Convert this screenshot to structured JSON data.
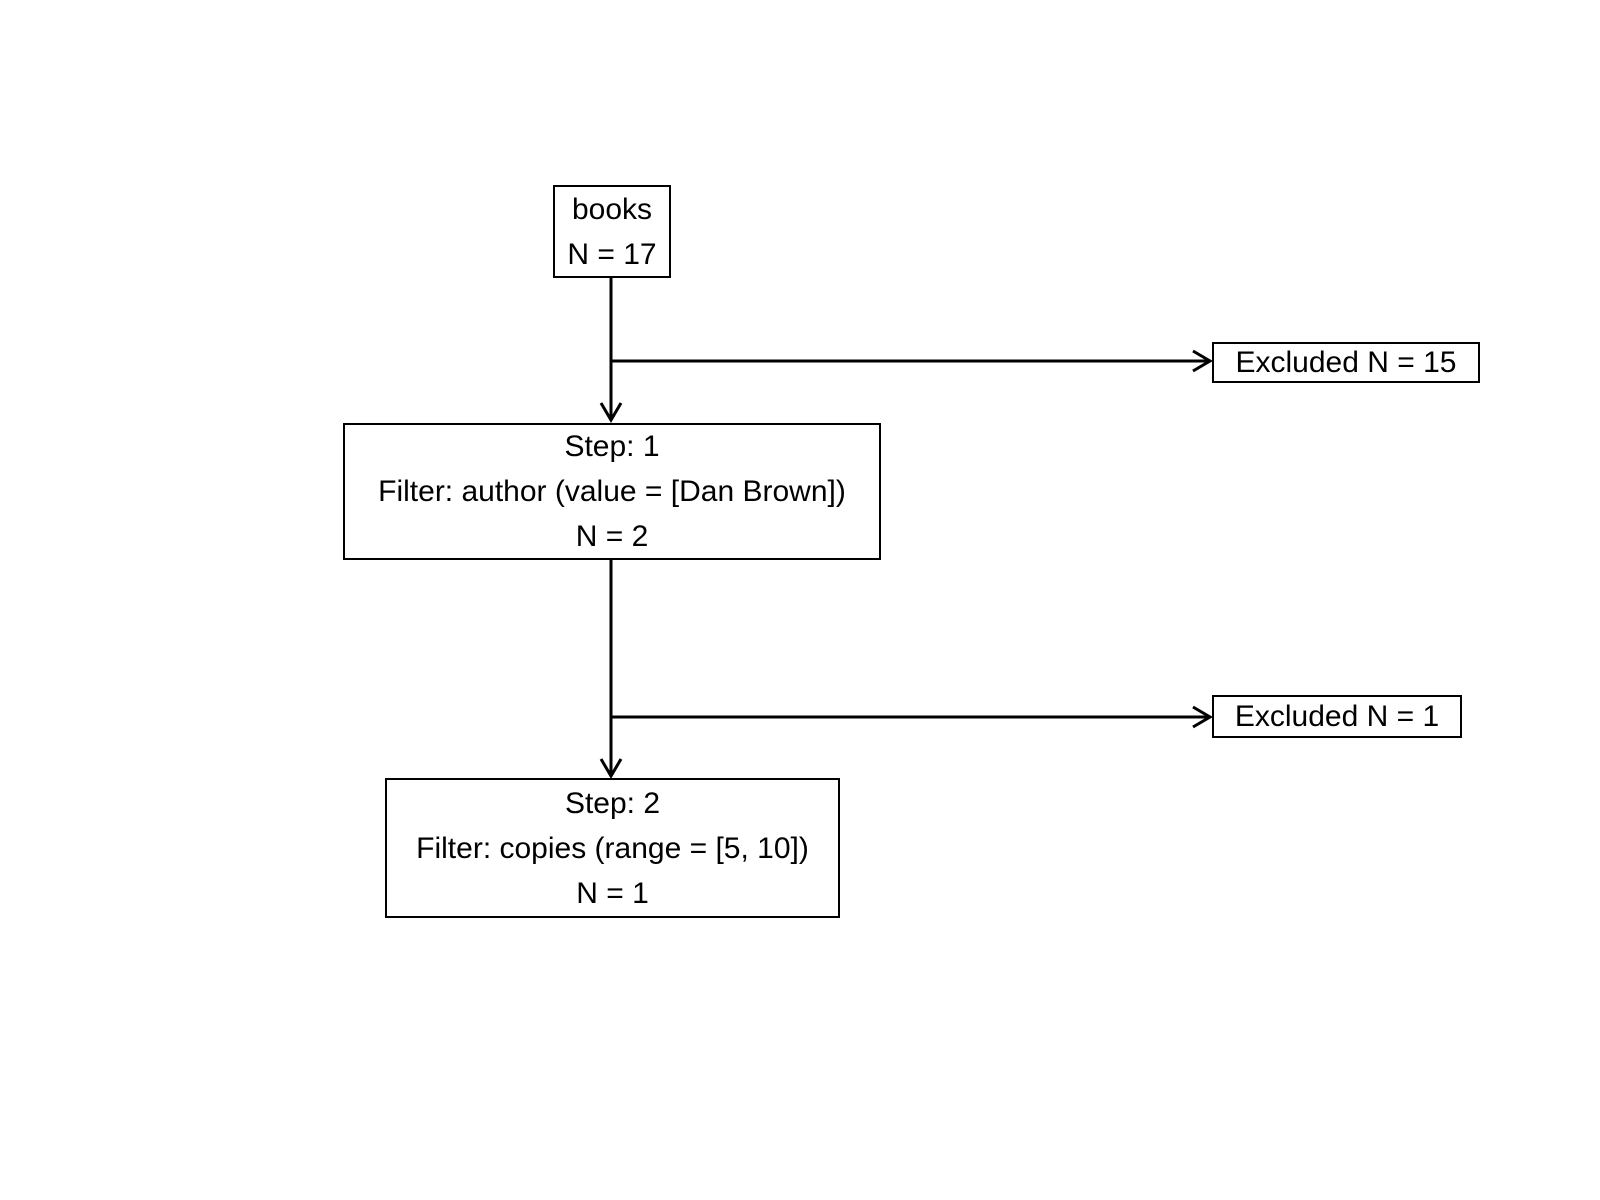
{
  "diagram": {
    "background": "#ffffff",
    "line_color": "#000000",
    "text_color": "#000000",
    "source": {
      "label": "books",
      "count": "N = 17"
    },
    "steps": [
      {
        "title": "Step: 1",
        "filter": "Filter: author (value = [Dan Brown])",
        "count": "N = 2",
        "excluded": "Excluded N = 15"
      },
      {
        "title": "Step: 2",
        "filter": "Filter: copies (range = [5, 10])",
        "count": "N = 1",
        "excluded": "Excluded N = 1"
      }
    ]
  }
}
